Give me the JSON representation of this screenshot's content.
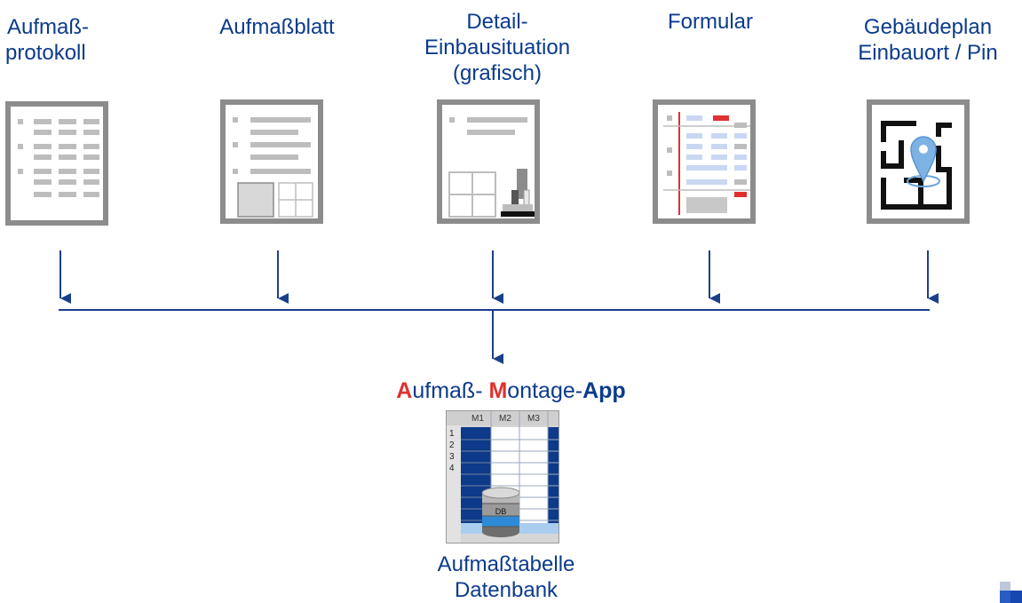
{
  "colors": {
    "label": "#0b3b8c",
    "accent_red": "#e03030",
    "arrow": "#1a3f8a",
    "doc_frame": "#8c8c8c"
  },
  "documents": [
    {
      "line1": "Aufmaß-",
      "line2": "protokoll",
      "line3": ""
    },
    {
      "line1": "Aufmaßblatt",
      "line2": "",
      "line3": ""
    },
    {
      "line1": "Detail-",
      "line2": "Einbausituation",
      "line3": "(grafisch)"
    },
    {
      "line1": "Formular",
      "line2": "",
      "line3": ""
    },
    {
      "line1": "Gebäudeplan",
      "line2": "Einbauort / Pin",
      "line3": ""
    }
  ],
  "app_title": {
    "a": "A",
    "ufmass": "ufmaß- ",
    "m": "M",
    "ontage": "ontage-",
    "app": "App"
  },
  "table_icon": {
    "columns": [
      "M1",
      "M2",
      "M3"
    ],
    "rows": [
      "1",
      "2",
      "3",
      "4"
    ],
    "db_label": "DB"
  },
  "db_caption": {
    "line1": "Aufmaßtabelle",
    "line2": "Datenbank"
  }
}
